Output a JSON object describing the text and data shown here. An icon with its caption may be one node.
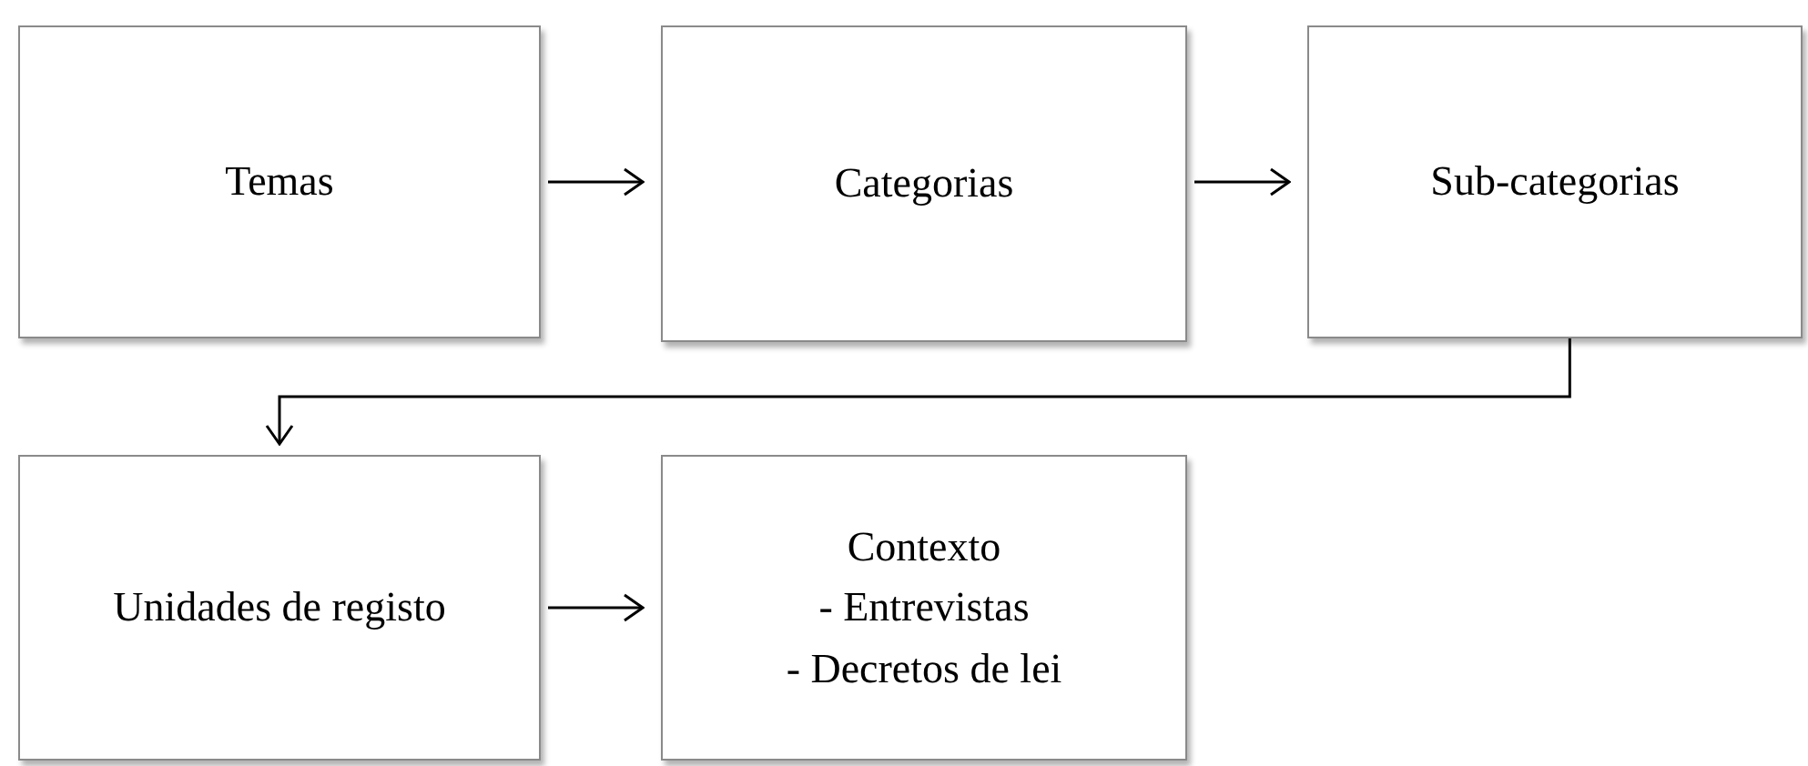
{
  "diagram": {
    "nodes": [
      {
        "text": [
          "Temas"
        ]
      },
      {
        "text": [
          "Categorias"
        ]
      },
      {
        "text": [
          "Sub-categorias"
        ]
      },
      {
        "text": [
          "Unidades de registo"
        ]
      },
      {
        "text": [
          "Contexto",
          "- Entrevistas",
          "- Decretos de lei"
        ]
      }
    ],
    "edges": [
      {
        "from": 0,
        "to": 1,
        "arrow": "to"
      },
      {
        "from": 1,
        "to": 2,
        "arrow": "to"
      },
      {
        "from": 2,
        "to": 3,
        "arrow": "to"
      },
      {
        "from": 3,
        "to": 4,
        "arrow": "to"
      }
    ]
  }
}
